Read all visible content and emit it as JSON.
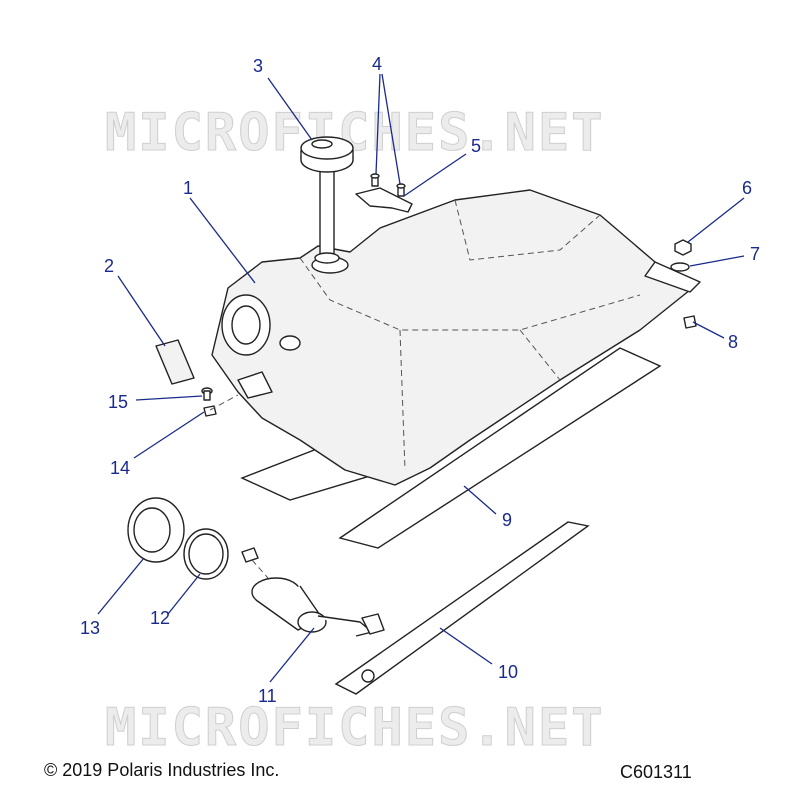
{
  "watermark": {
    "top": "MICROFICHES.NET",
    "bottom": "MICROFICHES.NET"
  },
  "callouts": [
    "1",
    "2",
    "3",
    "4",
    "5",
    "6",
    "7",
    "8",
    "9",
    "10",
    "11",
    "12",
    "13",
    "14",
    "15"
  ],
  "footer": {
    "copyright": "© 2019 Polaris Industries Inc.",
    "drawing_id": "C601311"
  },
  "colors": {
    "callout": "#1a2a8c",
    "line": "#222222"
  }
}
